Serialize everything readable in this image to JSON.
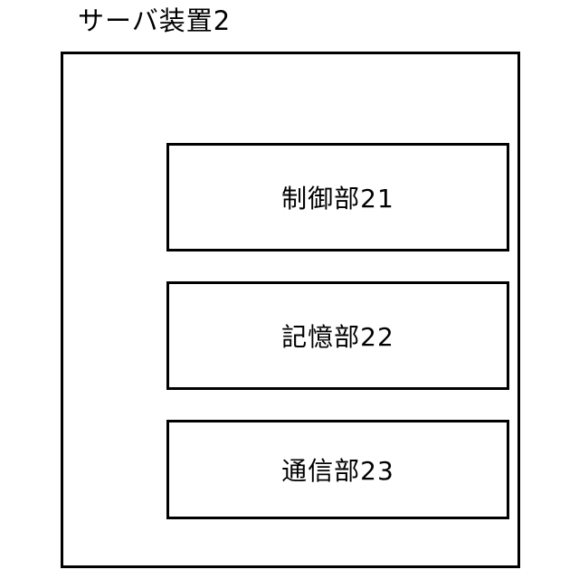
{
  "diagram": {
    "title": "サーバ装置2",
    "blocks": [
      {
        "label": "制御部21"
      },
      {
        "label": "記憶部22"
      },
      {
        "label": "通信部23"
      }
    ],
    "colors": {
      "line": "#000000",
      "background": "#ffffff",
      "text": "#000000"
    }
  }
}
